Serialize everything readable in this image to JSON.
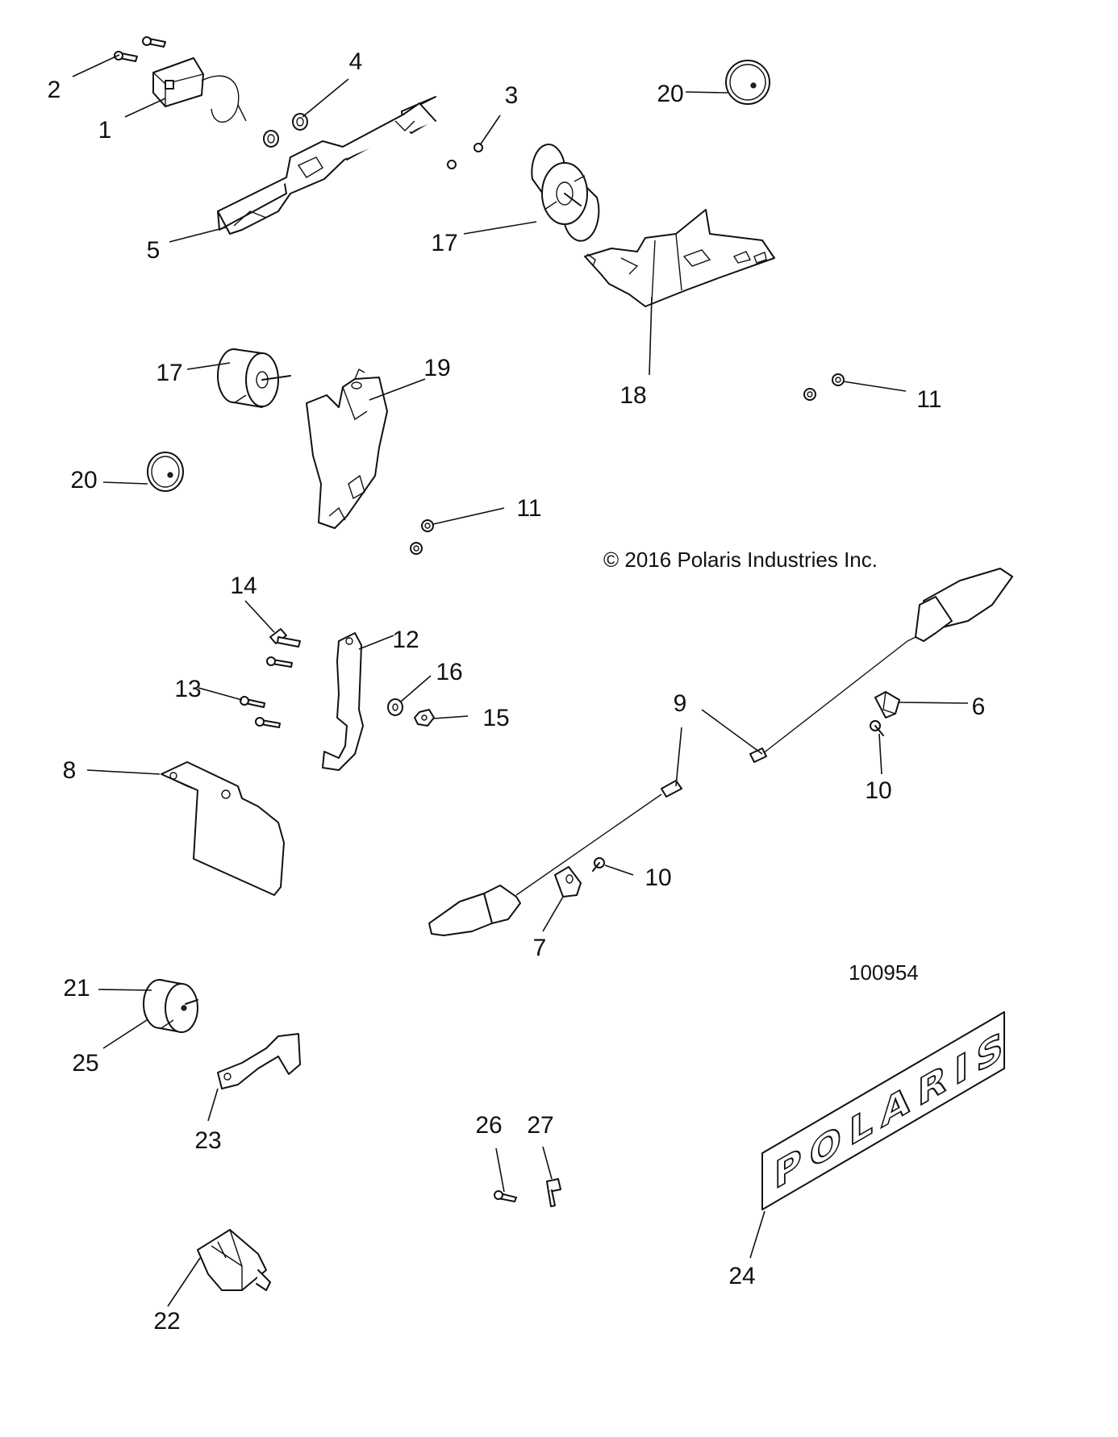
{
  "copyright": "© 2016 Polaris Industries Inc.",
  "drawing_number": "100954",
  "logo_text": "POLARIS",
  "callouts": [
    "1",
    "2",
    "3",
    "4",
    "5",
    "6",
    "7",
    "8",
    "9",
    "10",
    "10",
    "11",
    "11",
    "12",
    "13",
    "14",
    "15",
    "16",
    "17",
    "17",
    "18",
    "19",
    "20",
    "20",
    "21",
    "22",
    "23",
    "24",
    "25",
    "26",
    "27"
  ]
}
